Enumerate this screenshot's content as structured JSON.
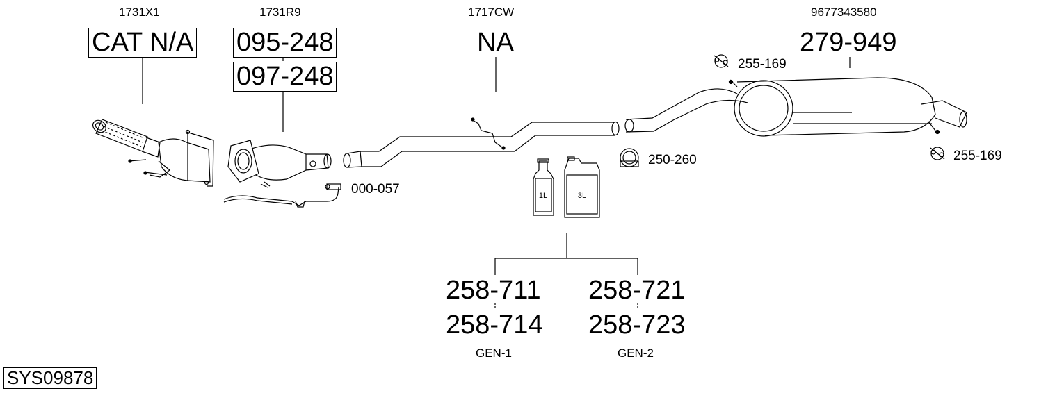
{
  "diagram_id": "SYS09878",
  "parts": {
    "catalyst": {
      "oem": "1731X1",
      "code": "CAT N/A"
    },
    "dpf": {
      "oem": "1731R9",
      "codes": [
        "095-248",
        "097-248"
      ]
    },
    "middle_pipe": {
      "oem": "1717CW",
      "code": "NA"
    },
    "rear_silencer": {
      "oem": "9677343580",
      "code": "279-949"
    },
    "sensor": {
      "code": "000-057"
    },
    "clamp": {
      "code": "250-260"
    },
    "rubber_top": {
      "code": "255-169"
    },
    "rubber_right": {
      "code": "255-169"
    },
    "bottle_small": {
      "label": "1L"
    },
    "bottle_large": {
      "label": "3L"
    },
    "fluid_gen1": {
      "codes": [
        "258-711",
        "258-714"
      ],
      "group": "GEN-1"
    },
    "fluid_gen2": {
      "codes": [
        "258-721",
        "258-723"
      ],
      "group": "GEN-2"
    }
  }
}
